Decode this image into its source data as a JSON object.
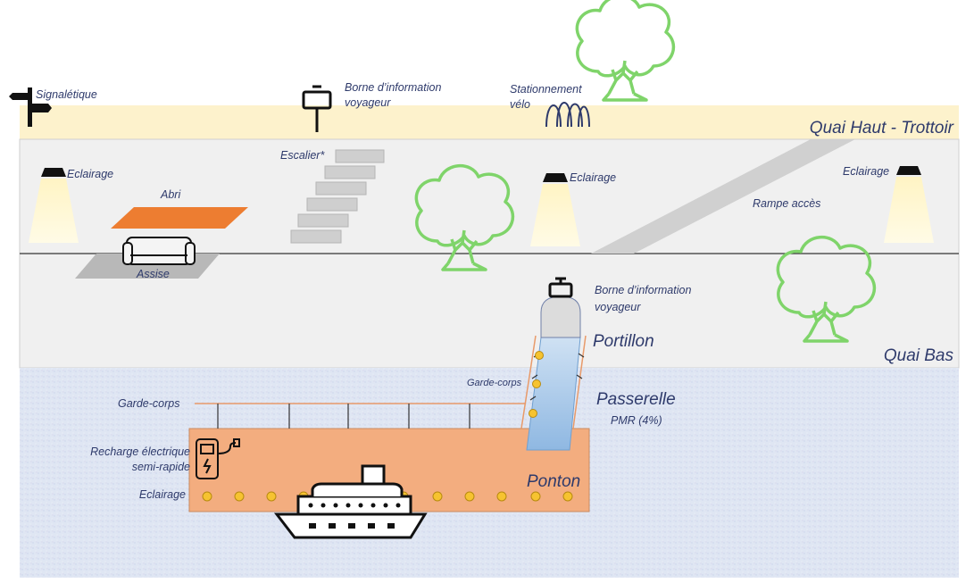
{
  "zones": {
    "quai_haut": "Quai Haut - Trottoir",
    "quai_bas": "Quai Bas"
  },
  "labels": {
    "signaletique": "Signalétique",
    "borne_haut_line1": "Borne d’information",
    "borne_haut_line2": "voyageur",
    "stationnement_line1": "Stationnement",
    "stationnement_line2": "vélo",
    "eclairage": "Eclairage",
    "escalier": "Escalier*",
    "abri": "Abri",
    "assise": "Assise",
    "rampe": "Rampe accès",
    "borne_bas_line1": "Borne d’information",
    "borne_bas_line2": "voyageur",
    "portillon": "Portillon",
    "garde_corps": "Garde-corps",
    "passerelle": "Passerelle",
    "pmr": "PMR (4%)",
    "recharge_line1": "Recharge électrique",
    "recharge_line2": "semi-rapide",
    "ponton": "Ponton"
  },
  "colors": {
    "quai_haut": "#fdf2cc",
    "quai": "#eeeeee",
    "water": "#dfe6f3",
    "ponton": "#f3ad7f",
    "abri": "#ed7d31",
    "tree": "#7fd46a",
    "passerelle": "#9dc3e6",
    "light": "#fff1b3",
    "bulb": "#f6c330",
    "text": "#2e3a6b"
  }
}
